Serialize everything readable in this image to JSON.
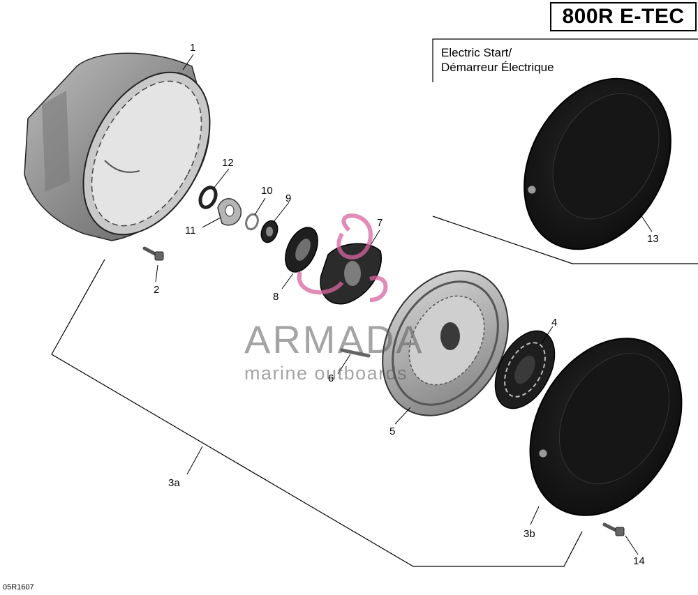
{
  "header": {
    "model": "800R E-TEC"
  },
  "electric_start": {
    "label_en": "Electric Start/",
    "label_fr": "Démarreur Électrique"
  },
  "drawing_code": "05R1607",
  "watermark": {
    "title": "ARMADA",
    "subtitle": "marine outboards"
  },
  "callouts": {
    "c1": "1",
    "c2": "2",
    "c3a": "3a",
    "c3b": "3b",
    "c4": "4",
    "c5": "5",
    "c6": "6",
    "c7": "7",
    "c8": "8",
    "c9": "9",
    "c10": "10",
    "c11": "11",
    "c12": "12",
    "c13": "13",
    "c14": "14"
  },
  "colors": {
    "line": "#000000",
    "part_dark": "#1c1c1c",
    "part_grey": "#8a8a8a",
    "watermark_logo": "#d8669e"
  }
}
